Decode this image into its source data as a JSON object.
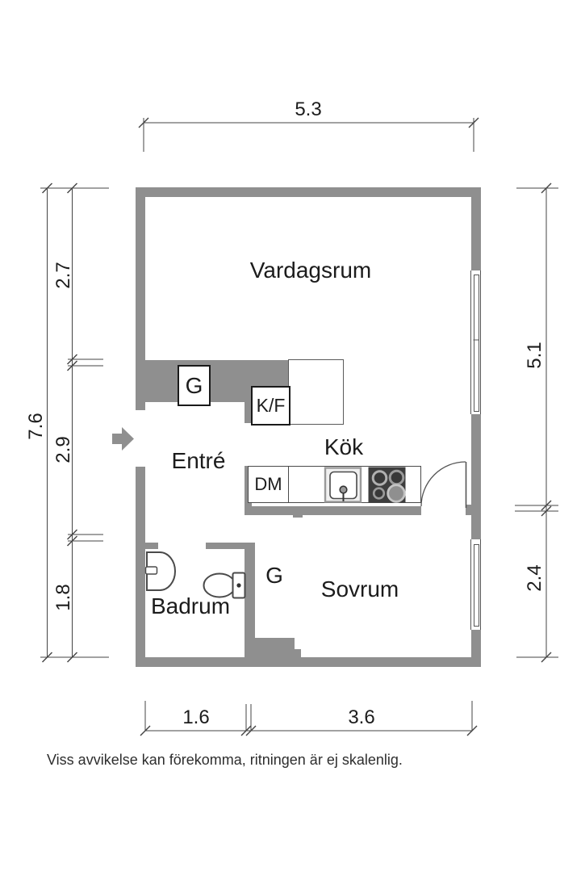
{
  "plan": {
    "rooms": {
      "living": "Vardagsrum",
      "entry": "Entré",
      "kitchen": "Kök",
      "bedroom": "Sovrum",
      "bathroom": "Badrum"
    },
    "fixtures": {
      "closet": "G",
      "bedroom_closet": "G",
      "fridge_freezer": "K/F",
      "dishwasher": "DM"
    },
    "dimensions": {
      "top_width": "5.3",
      "left_total_height": "7.6",
      "left_upper": "2.7",
      "left_middle": "2.9",
      "left_lower": "1.8",
      "right_upper": "5.1",
      "right_lower": "2.4",
      "bottom_left": "1.6",
      "bottom_right": "3.6"
    },
    "footer": "Viss avvikelse kan förekomma, ritningen är ej skalenlig.",
    "colors": {
      "wall": "#8f8f8f",
      "fixture_outline": "#4a4a4a",
      "dimension_line": "#444444",
      "text": "#1c1c1c",
      "appliance_dark": "#3d3d3d",
      "background": "#ffffff"
    }
  }
}
